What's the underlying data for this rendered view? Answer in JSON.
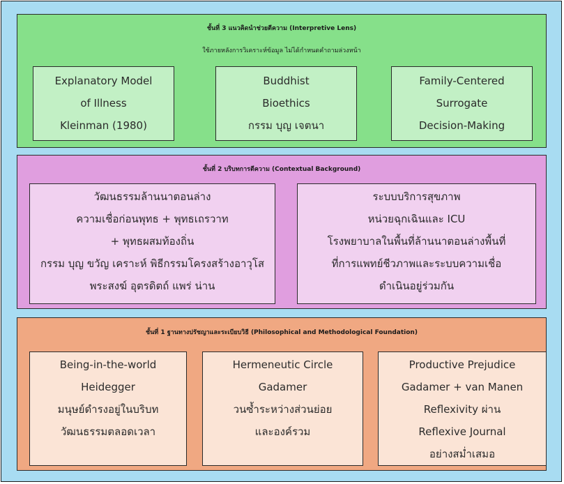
{
  "colors": {
    "background": "#a8dcf2",
    "layer3": "#86e08a",
    "layer3_box": "#c2f0c5",
    "layer2": "#e09edf",
    "layer2_box": "#f1d1f0",
    "layer1": "#f0a882",
    "layer1_box": "#fbe4d6"
  },
  "layer3": {
    "title": "ชั้นที่ 3 แนวคิดนำช่วยตีความ (Interpretive Lens)",
    "subtitle": "ใช้ภายหลังการวิเคราะห์ข้อมูล ไม่ได้กำหนดคำถามล่วงหน้า",
    "boxes": [
      {
        "lines": [
          "Explanatory Model",
          "of Illness",
          "Kleinman (1980)"
        ]
      },
      {
        "lines": [
          "Buddhist",
          "Bioethics",
          "กรรม บุญ เจตนา"
        ]
      },
      {
        "lines": [
          "Family-Centered",
          "Surrogate",
          "Decision-Making"
        ]
      }
    ]
  },
  "layer2": {
    "title": "ชั้นที่ 2 บริบทการตีความ (Contextual Background)",
    "boxes": [
      {
        "lines": [
          "วัฒนธรรมล้านนาตอนล่าง",
          "ความเชื่อก่อนพุทธ + พุทธเถรวาท",
          "+ พุทธผสมท้องถิ่น",
          "กรรม บุญ ขวัญ เคราะห์ พิธีกรรมโครงสร้างอาวุโส",
          "พระสงฆ์ อุตรดิตถ์ แพร่ น่าน"
        ]
      },
      {
        "lines": [
          "ระบบบริการสุขภาพ",
          "หน่วยฉุกเฉินและ ICU",
          "โรงพยาบาลในพื้นที่ล้านนาตอนล่างพื้นที่",
          "ที่การแพทย์ชีวภาพและระบบความเชื่อ",
          "ดำเนินอยู่ร่วมกัน"
        ]
      }
    ]
  },
  "layer1": {
    "title": "ชั้นที่ 1 ฐานทางปรัชญาและระเบียบวิธี (Philosophical and Methodological Foundation)",
    "boxes": [
      {
        "lines": [
          "Being-in-the-world",
          "Heidegger",
          "มนุษย์ดำรงอยู่ในบริบท",
          "วัฒนธรรมตลอดเวลา"
        ]
      },
      {
        "lines": [
          "Hermeneutic Circle",
          "Gadamer",
          "วนซ้ำระหว่างส่วนย่อย",
          "และองค์รวม"
        ]
      },
      {
        "lines": [
          "Productive Prejudice",
          "Gadamer + van Manen",
          "Reflexivity ผ่าน",
          "Reflexive Journal",
          "อย่างสม่ำเสมอ"
        ]
      }
    ]
  }
}
